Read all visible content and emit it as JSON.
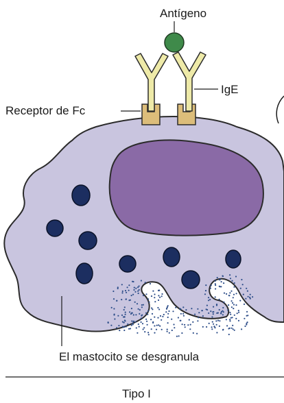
{
  "labels": {
    "antigen": "Antígeno",
    "ige": "IgE",
    "fc_receptor": "Receptor de Fc",
    "degranulation": "El mastocito se desgranula",
    "type": "Tipo I"
  },
  "colors": {
    "cell_fill": "#c9c5df",
    "nucleus_fill": "#8a6aa6",
    "granule_fill": "#1c2e60",
    "antigen_fill": "#3f8a4a",
    "ige_fill": "#eeeaa8",
    "receptor_fill": "#dcbd7a",
    "dot_fill": "#2f4f8a"
  }
}
